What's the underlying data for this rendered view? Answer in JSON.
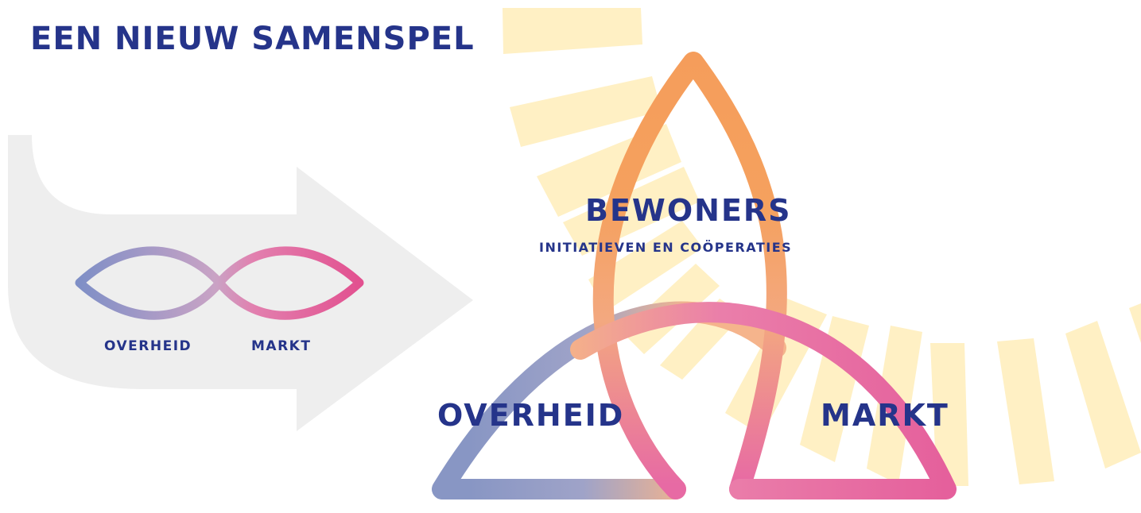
{
  "title": "EEN NIEUW SAMENSPEL",
  "before": {
    "left_label": "OVERHEID",
    "right_label": "MARKT"
  },
  "after": {
    "top_label": "BEWONERS",
    "top_sublabel": "INITIATIEVEN EN COÖPERATIES",
    "left_label": "OVERHEID",
    "right_label": "MARKT"
  },
  "colors": {
    "title": "#25348a",
    "orange": "#f4a05e",
    "peach": "#f5b48c",
    "pink": "#e6609e",
    "blue": "#8897c4",
    "sun_rays": "#fff0c4",
    "arrow": "#eeeeee"
  }
}
